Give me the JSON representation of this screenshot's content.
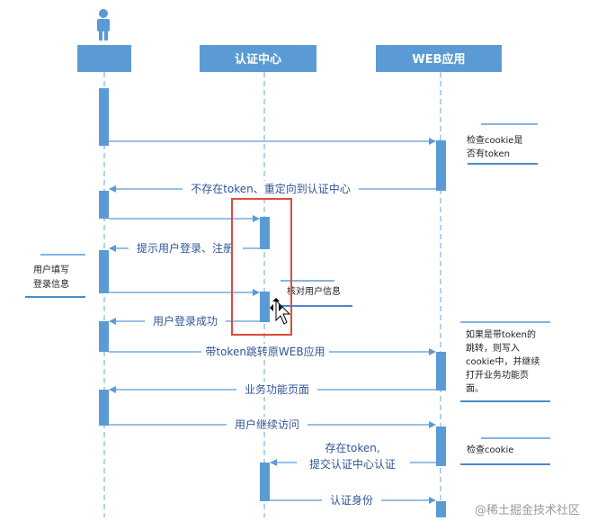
{
  "participants": {
    "user_label": "",
    "auth_center": "认证中心",
    "web_app": "WEB应用"
  },
  "messages": {
    "m1": "",
    "m2": "不存在token、重定向到认证中心",
    "m3": "",
    "m4": "提示用户登录、注册",
    "m5": "",
    "m6": "用户登录成功",
    "m7": "带token跳转原WEB应用",
    "m8": "业务功能页面",
    "m9": "用户继续访问",
    "m10_line1": "存在token,",
    "m10_line2": "提交认证中心认证",
    "m11": "认证身份"
  },
  "notes": {
    "check_cookie_token_1": "检查cookie是",
    "check_cookie_token_2": "否有token",
    "user_fill_1": "用户填写",
    "user_fill_2": "登录信息",
    "verify_user": "核对用户信息",
    "token_redirect_1": "如果是带token的",
    "token_redirect_2": "跳转，则写入",
    "token_redirect_3": "cookie中，并继续",
    "token_redirect_4": "打开业务功能页",
    "token_redirect_5": "面。",
    "check_cookie": "检查cookie"
  },
  "watermark": "@稀土掘金技术社区",
  "colors": {
    "blue": "#5b9bd5",
    "blue_dark": "#4a8acb",
    "highlight": "#e04b3a",
    "text": "#2f5597"
  }
}
